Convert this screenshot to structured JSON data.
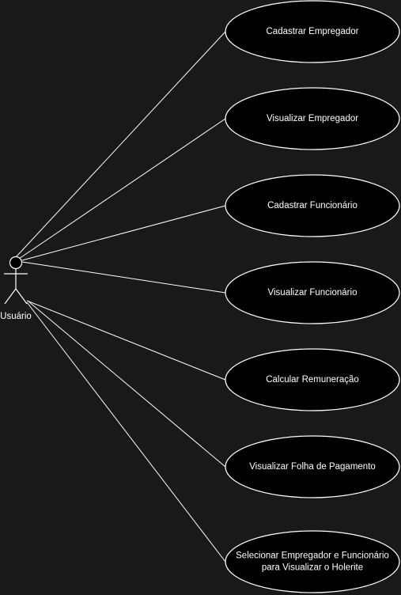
{
  "diagram": {
    "background": "#191919",
    "stroke_color": "#ffffff",
    "fill_color": "#000000",
    "text_color": "#ffffff",
    "actor": {
      "name": "Usuário"
    },
    "use_cases": [
      {
        "lines": [
          "Cadastrar Empregador"
        ]
      },
      {
        "lines": [
          "Visualizar Empregador"
        ]
      },
      {
        "lines": [
          "Cadastrar Funcionário"
        ]
      },
      {
        "lines": [
          "Visualizar Funcionário"
        ]
      },
      {
        "lines": [
          "Calcular Remuneração"
        ]
      },
      {
        "lines": [
          "Visualizar Folha de Pagamento"
        ]
      },
      {
        "lines": [
          "Selecionar Empregador e Funcionário",
          "para Visualizar o Holerite"
        ]
      }
    ]
  }
}
